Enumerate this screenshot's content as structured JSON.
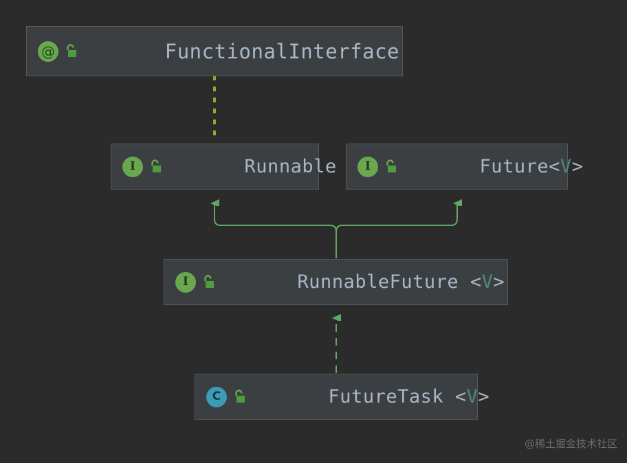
{
  "diagram": {
    "title": "Java Runnable / Future class hierarchy",
    "background_color": "#2b2b2b",
    "node_fill_color": "#3c3f41",
    "node_border_color": "#56595b",
    "text_color": "#a9b7c6",
    "generic_param_color": "#4e8b78",
    "interface_icon_color": "#6aa84f",
    "class_icon_color": "#3d9cb5",
    "inheritance_edge_color": "#62a862",
    "annotation_edge_color": "#9aa532"
  },
  "nodes": [
    {
      "id": "functionalinterface",
      "stereotype": "annotation",
      "stereotype_glyph": "@",
      "visibility": "public",
      "visibility_icon": "open-padlock-icon",
      "name": "FunctionalInterface",
      "generic": ""
    },
    {
      "id": "runnable",
      "stereotype": "interface",
      "stereotype_glyph": "I",
      "visibility": "public",
      "visibility_icon": "open-padlock-icon",
      "name": "Runnable",
      "generic": ""
    },
    {
      "id": "future",
      "stereotype": "interface",
      "stereotype_glyph": "I",
      "visibility": "public",
      "visibility_icon": "open-padlock-icon",
      "name": "Future",
      "generic": "V"
    },
    {
      "id": "runnablefuture",
      "stereotype": "interface",
      "stereotype_glyph": "I",
      "visibility": "public",
      "visibility_icon": "open-padlock-icon",
      "name": "RunnableFuture",
      "generic": "V"
    },
    {
      "id": "futuretask",
      "stereotype": "class",
      "stereotype_glyph": "C",
      "visibility": "public",
      "visibility_icon": "open-padlock-icon",
      "name": "FutureTask",
      "generic": "V"
    }
  ],
  "edges": [
    {
      "id": "edge-functionalinterface-runnable",
      "from": "functionalinterface",
      "to": "runnable",
      "style": "dotted",
      "arrow": "none",
      "relation": "annotated-by"
    },
    {
      "id": "edge-runnablefuture-runnable",
      "from": "runnablefuture",
      "to": "runnable",
      "style": "solid",
      "arrow": "filled-triangle",
      "relation": "extends"
    },
    {
      "id": "edge-runnablefuture-future",
      "from": "runnablefuture",
      "to": "future",
      "style": "solid",
      "arrow": "filled-triangle",
      "relation": "extends"
    },
    {
      "id": "edge-futuretask-runnablefuture",
      "from": "futuretask",
      "to": "runnablefuture",
      "style": "dashed",
      "arrow": "filled-triangle",
      "relation": "implements"
    }
  ],
  "watermark": {
    "text": "@稀土掘金技术社区"
  }
}
